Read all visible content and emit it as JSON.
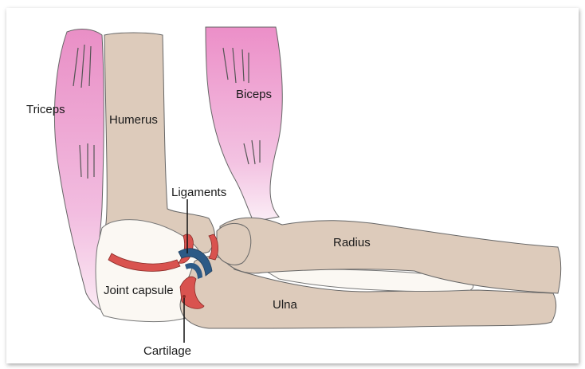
{
  "labels": {
    "triceps": "Triceps",
    "humerus": "Humerus",
    "biceps": "Biceps",
    "ligaments": "Ligaments",
    "radius": "Radius",
    "joint_capsule": "Joint capsule",
    "ulna": "Ulna",
    "cartilage": "Cartilage"
  },
  "colors": {
    "bone": "#ddcbbb",
    "muscle_top": "#e98fc6",
    "muscle_bottom": "#f8e4f0",
    "cartilage_red": "#d9534f",
    "ligament_blue": "#2d5a86",
    "capsule": "#fbf8f3",
    "outline": "#555555"
  }
}
